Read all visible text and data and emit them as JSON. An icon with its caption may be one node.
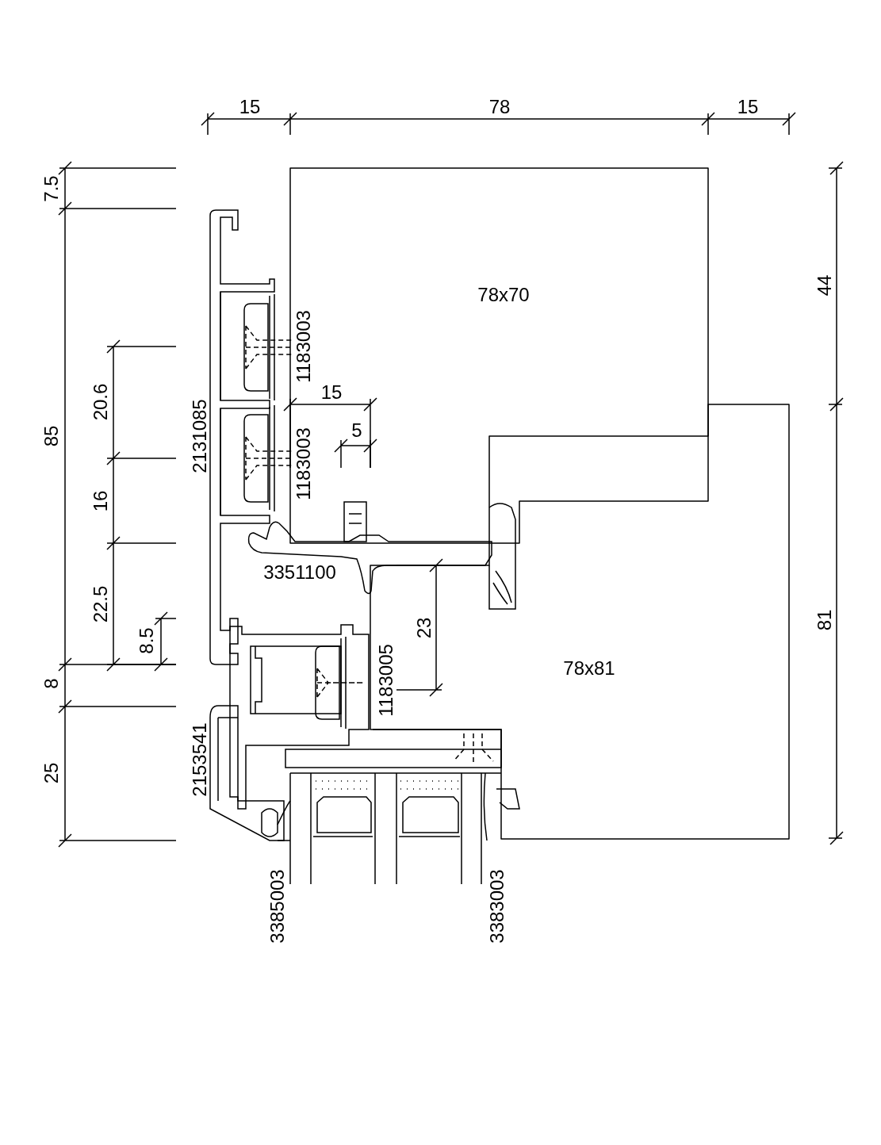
{
  "diagram": {
    "nodes": [
      {
        "text": [
          "78x70"
        ]
      },
      {
        "text": [
          "78x81"
        ]
      }
    ],
    "labels": [
      "15",
      "78",
      "15",
      "7.5",
      "44",
      "1183003",
      "15",
      "20.6",
      "2131085",
      "85",
      "5",
      "1183003",
      "16",
      "3351100",
      "22.5",
      "23",
      "81",
      "8.5",
      "1183005",
      "8",
      "2153541",
      "25",
      "3385003",
      "3383003"
    ]
  }
}
